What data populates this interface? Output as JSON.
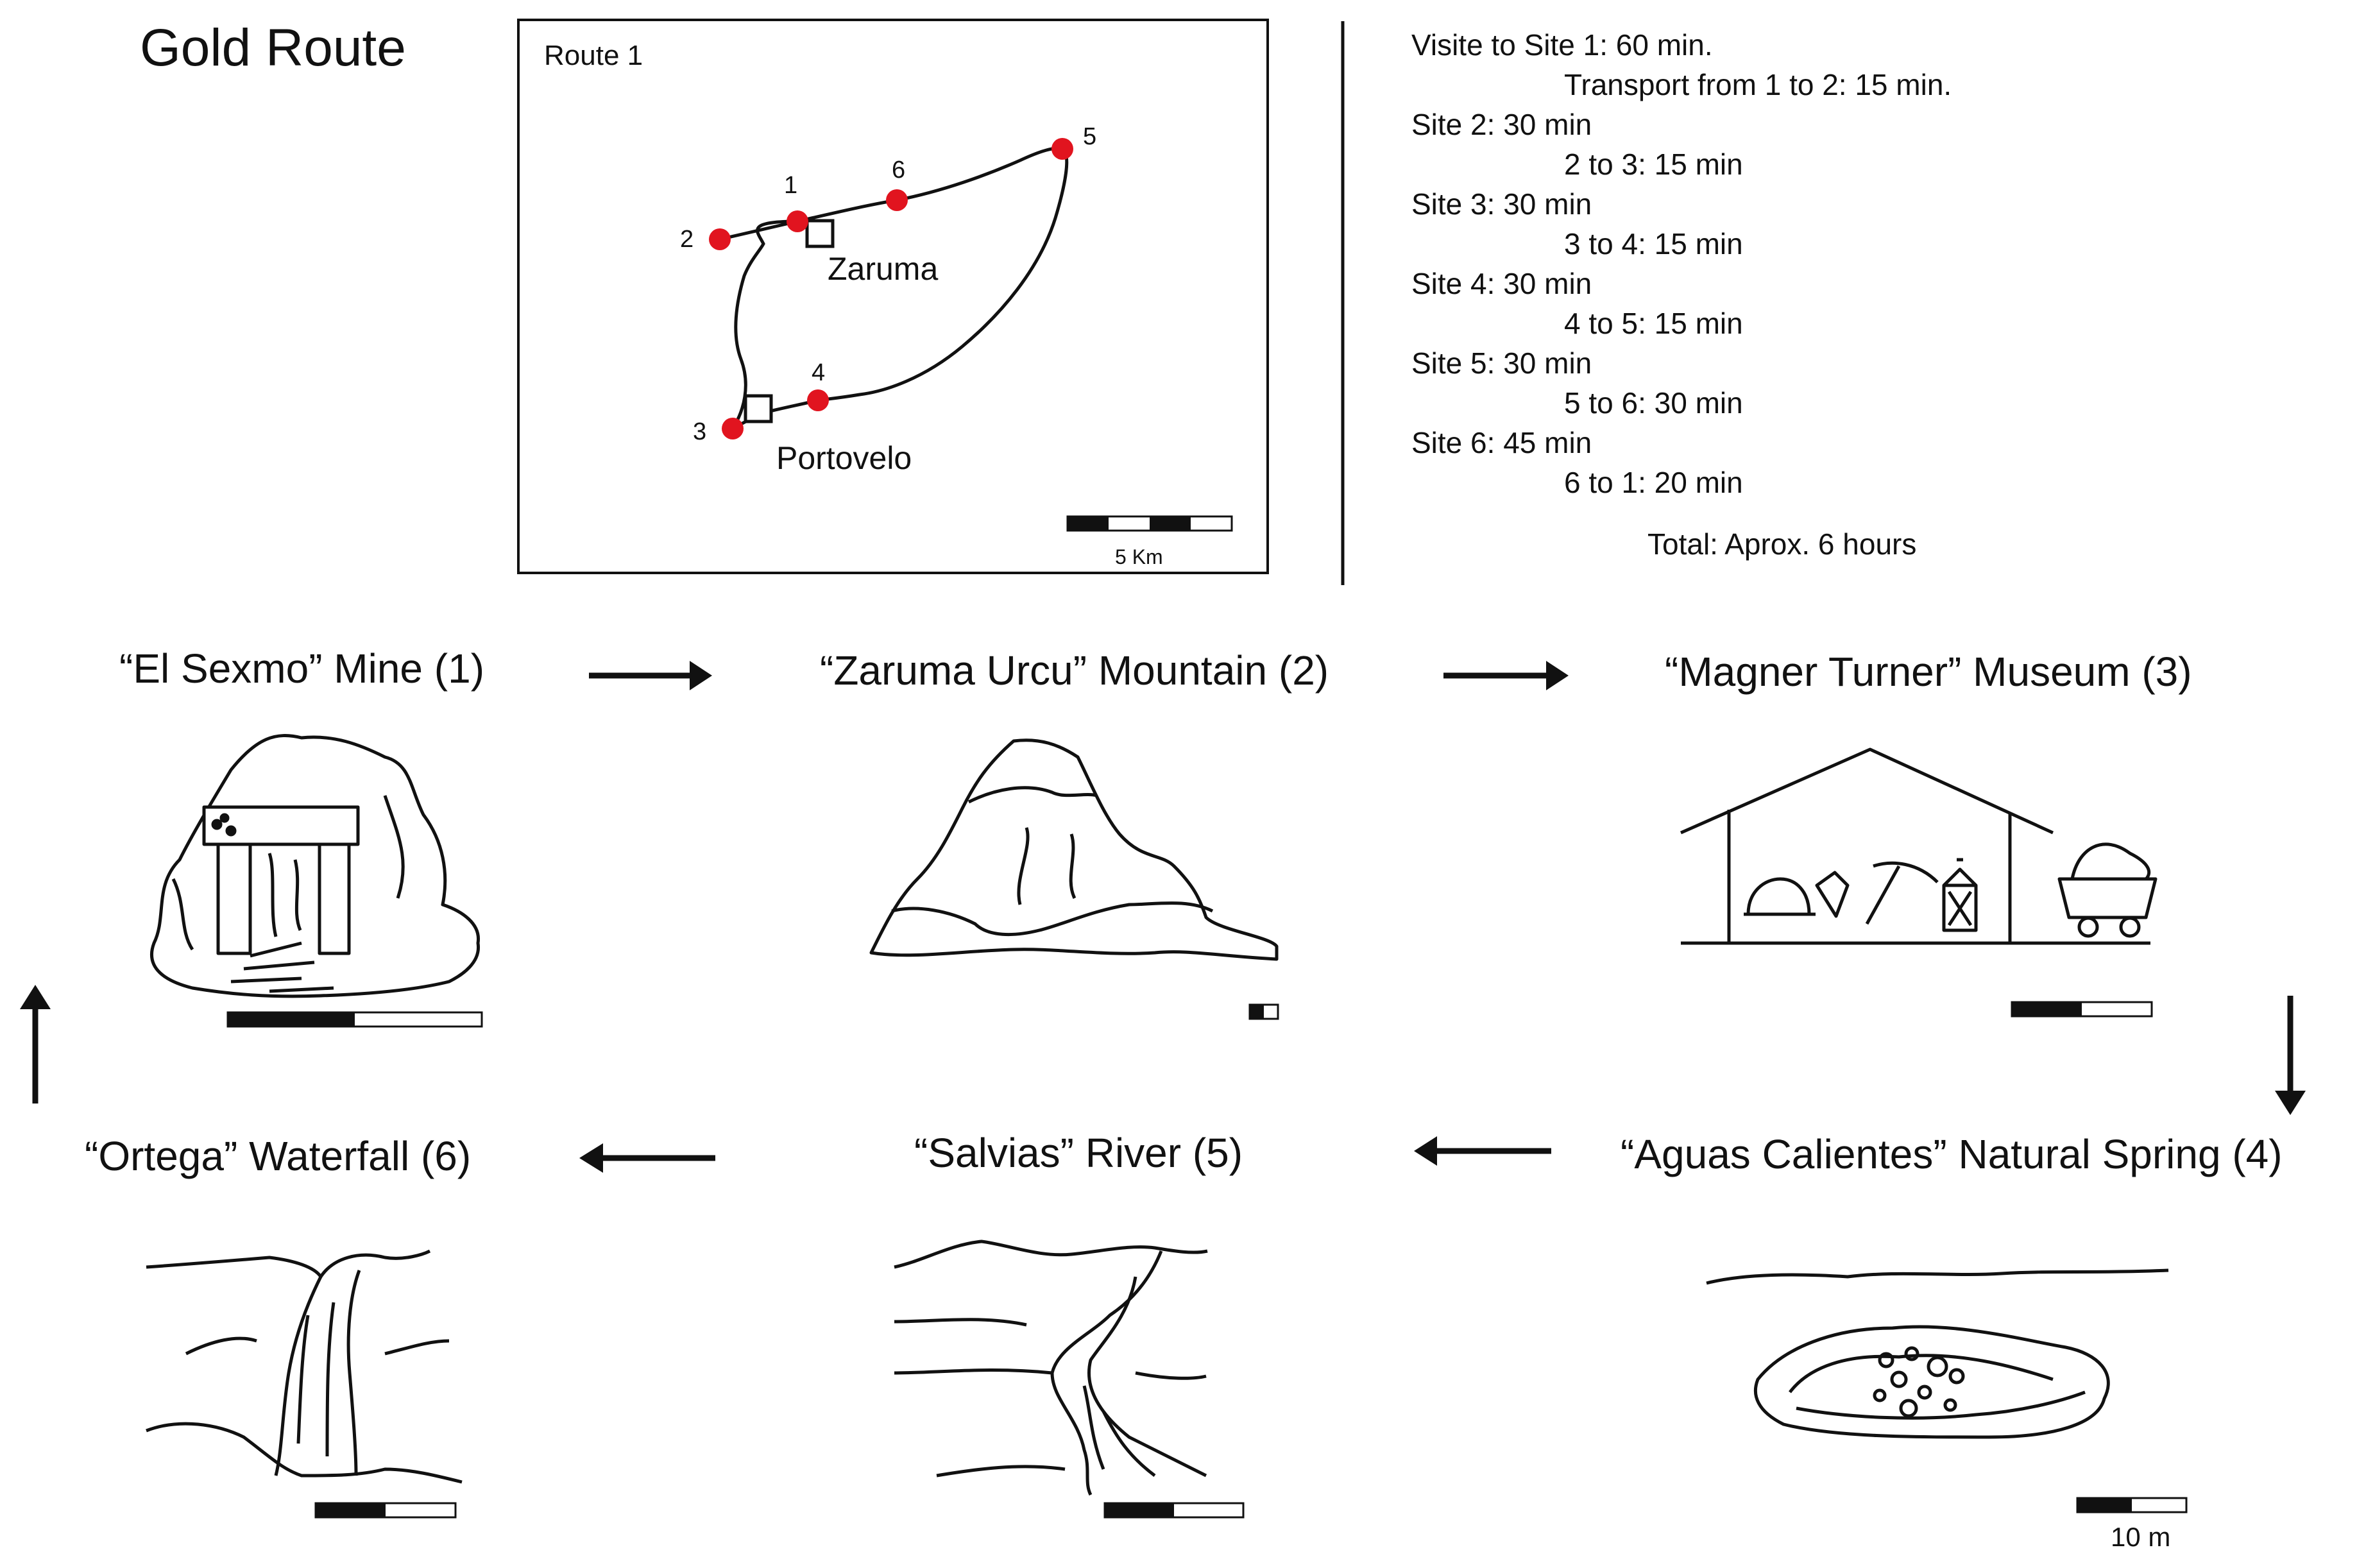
{
  "title": "Gold Route",
  "map": {
    "label": "Route 1",
    "towns": [
      "Zaruma",
      "Portovelo"
    ],
    "site_numbers": [
      "1",
      "2",
      "3",
      "4",
      "5",
      "6"
    ],
    "scale_label": "5 Km",
    "marker_color": "#e1141f"
  },
  "schedule": {
    "lines": [
      "Visite to Site 1: 60 min.",
      "Transport from 1 to 2: 15 min.",
      "Site 2: 30 min",
      "2 to 3: 15 min",
      "Site 3: 30 min",
      "3 to 4: 15 min",
      "Site 4: 30 min",
      "4 to 5: 15 min",
      "Site 5: 30 min",
      "5 to 6: 30 min",
      "Site 6: 45 min",
      "6 to 1: 20 min"
    ],
    "total": "Total:  Aprox. 6 hours"
  },
  "sites": [
    "“El Sexmo” Mine (1)",
    "“Zaruma Urcu” Mountain (2)",
    "“Magner Turner” Museum (3)",
    "“Aguas Calientes” Natural Spring (4)",
    "“Salvias” River (5)",
    "“Ortega” Waterfall (6)"
  ],
  "scale_10m": "10 m"
}
